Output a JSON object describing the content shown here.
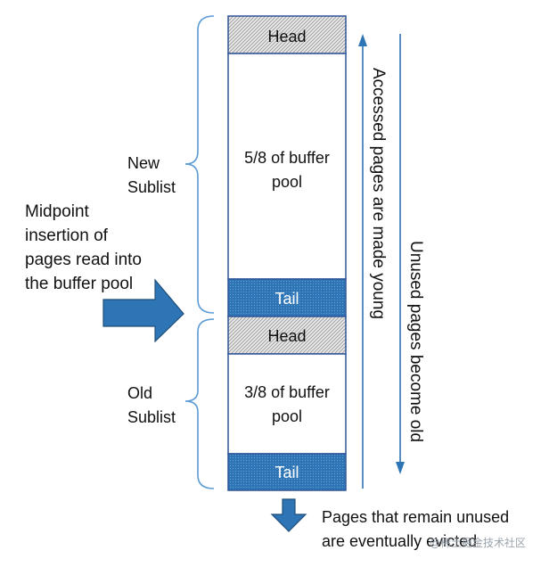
{
  "new_sublist": {
    "label_line1": "New",
    "label_line2": "Sublist",
    "head": "Head",
    "body_line1": "5/8 of buffer",
    "body_line2": "pool",
    "tail": "Tail"
  },
  "old_sublist": {
    "label_line1": "Old",
    "label_line2": "Sublist",
    "head": "Head",
    "body_line1": "3/8 of buffer",
    "body_line2": "pool",
    "tail": "Tail"
  },
  "midpoint": {
    "line1": "Midpoint",
    "line2": "insertion of",
    "line3": "pages read into",
    "line4": "the buffer pool"
  },
  "accessed_label": "Accessed pages are made young",
  "unused_label": "Unused pages become old",
  "evicted": {
    "line1": "Pages that remain unused",
    "line2": "are eventually evicted"
  },
  "watermark": "@稀土掘金技术社区",
  "colors": {
    "blue": "#2e75b6",
    "dark_blue": "#1f4e79",
    "outline": "#2f5597",
    "hatch": "#a6a6a6"
  }
}
